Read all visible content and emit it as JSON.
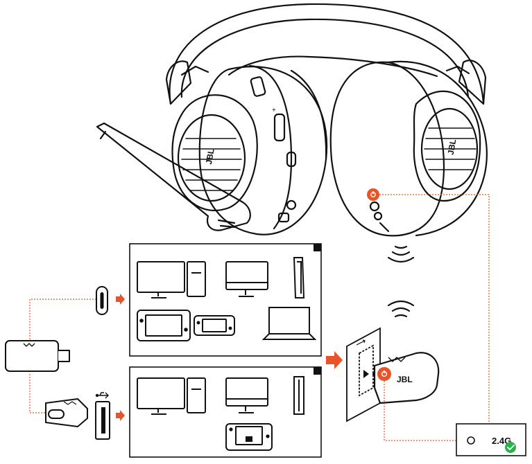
{
  "headset": {
    "brand_mark": "JBL"
  },
  "dongle": {
    "brand_mark": "JBL"
  },
  "indicator_panel": {
    "mode_label": "2.4G",
    "status": "connected"
  },
  "colors": {
    "accent": "#e8542a",
    "line": "#111111",
    "dotted_connector": "#e8542a",
    "status_ok": "#27b34a"
  },
  "icons": {
    "usb_c_port": "usb-c-port-icon",
    "usb_a_port": "usb-a-port-icon",
    "usb_symbol": "usb-symbol-icon",
    "wireless": "wireless-signal-icon",
    "check": "check-icon"
  }
}
